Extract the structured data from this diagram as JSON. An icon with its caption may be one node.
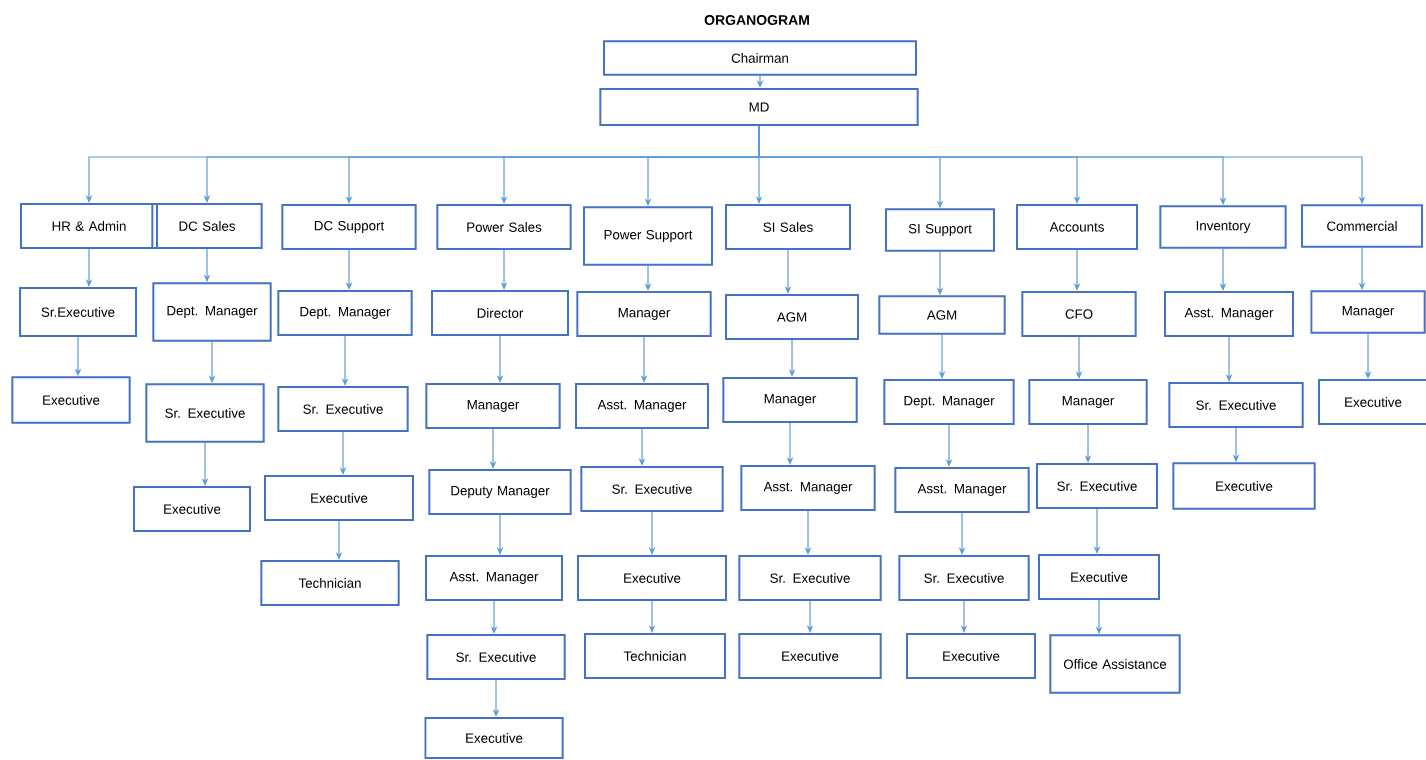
{
  "diagram": {
    "title": "ORGANOGRAM",
    "nodes": [
      {
        "text": [
          "Chairman"
        ]
      },
      {
        "text": [
          "MD"
        ]
      },
      {
        "text": [
          "HR & Admin"
        ]
      },
      {
        "text": [
          "Sr.Executive"
        ]
      },
      {
        "text": [
          "Executive"
        ]
      },
      {
        "text": [
          "DC Sales"
        ]
      },
      {
        "text": [
          "Dept. Manager"
        ]
      },
      {
        "text": [
          "Sr. Executive"
        ]
      },
      {
        "text": [
          "Executive"
        ]
      },
      {
        "text": [
          "DC Support"
        ]
      },
      {
        "text": [
          "Dept. Manager"
        ]
      },
      {
        "text": [
          "Sr. Executive"
        ]
      },
      {
        "text": [
          "Executive"
        ]
      },
      {
        "text": [
          "Technician"
        ]
      },
      {
        "text": [
          "Power Sales"
        ]
      },
      {
        "text": [
          "Director"
        ]
      },
      {
        "text": [
          "Manager"
        ]
      },
      {
        "text": [
          "Deputy Manager"
        ]
      },
      {
        "text": [
          "Asst. Manager"
        ]
      },
      {
        "text": [
          "Sr. Executive"
        ]
      },
      {
        "text": [
          "Executive"
        ]
      },
      {
        "text": [
          "Power Support"
        ]
      },
      {
        "text": [
          "Manager"
        ]
      },
      {
        "text": [
          "Asst. Manager"
        ]
      },
      {
        "text": [
          "Sr. Executive"
        ]
      },
      {
        "text": [
          "Executive"
        ]
      },
      {
        "text": [
          "Technician"
        ]
      },
      {
        "text": [
          "SI Sales"
        ]
      },
      {
        "text": [
          "AGM"
        ]
      },
      {
        "text": [
          "Manager"
        ]
      },
      {
        "text": [
          "Asst. Manager"
        ]
      },
      {
        "text": [
          "Sr. Executive"
        ]
      },
      {
        "text": [
          "Executive"
        ]
      },
      {
        "text": [
          "SI Support"
        ]
      },
      {
        "text": [
          "AGM"
        ]
      },
      {
        "text": [
          "Dept. Manager"
        ]
      },
      {
        "text": [
          "Asst. Manager"
        ]
      },
      {
        "text": [
          "Sr. Executive"
        ]
      },
      {
        "text": [
          "Executive"
        ]
      },
      {
        "text": [
          "Accounts"
        ]
      },
      {
        "text": [
          "CFO"
        ]
      },
      {
        "text": [
          "Manager"
        ]
      },
      {
        "text": [
          "Sr. Executive"
        ]
      },
      {
        "text": [
          "Executive"
        ]
      },
      {
        "text": [
          "Office Assistance"
        ]
      },
      {
        "text": [
          "Inventory"
        ]
      },
      {
        "text": [
          "Asst. Manager"
        ]
      },
      {
        "text": [
          "Sr. Executive"
        ]
      },
      {
        "text": [
          "Executive"
        ]
      },
      {
        "text": [
          "Commercial"
        ]
      },
      {
        "text": [
          "Manager"
        ]
      },
      {
        "text": [
          "Executive"
        ]
      }
    ],
    "edges": [
      {
        "from": 0,
        "to": 1,
        "arrow": "to"
      },
      {
        "from": 1,
        "to": 2,
        "arrow": "to"
      },
      {
        "from": 1,
        "to": 5,
        "arrow": "to"
      },
      {
        "from": 1,
        "to": 9,
        "arrow": "to"
      },
      {
        "from": 1,
        "to": 14,
        "arrow": "to"
      },
      {
        "from": 1,
        "to": 21,
        "arrow": "to"
      },
      {
        "from": 1,
        "to": 27,
        "arrow": "to"
      },
      {
        "from": 1,
        "to": 33,
        "arrow": "to"
      },
      {
        "from": 1,
        "to": 39,
        "arrow": "to"
      },
      {
        "from": 1,
        "to": 45,
        "arrow": "to"
      },
      {
        "from": 1,
        "to": 49,
        "arrow": "to"
      },
      {
        "from": 2,
        "to": 3,
        "arrow": "to"
      },
      {
        "from": 3,
        "to": 4,
        "arrow": "to"
      },
      {
        "from": 5,
        "to": 6,
        "arrow": "to"
      },
      {
        "from": 6,
        "to": 7,
        "arrow": "to"
      },
      {
        "from": 7,
        "to": 8,
        "arrow": "to"
      },
      {
        "from": 9,
        "to": 10,
        "arrow": "to"
      },
      {
        "from": 10,
        "to": 11,
        "arrow": "to"
      },
      {
        "from": 11,
        "to": 12,
        "arrow": "to"
      },
      {
        "from": 12,
        "to": 13,
        "arrow": "to"
      },
      {
        "from": 14,
        "to": 15,
        "arrow": "to"
      },
      {
        "from": 15,
        "to": 16,
        "arrow": "to"
      },
      {
        "from": 16,
        "to": 17,
        "arrow": "to"
      },
      {
        "from": 17,
        "to": 18,
        "arrow": "to"
      },
      {
        "from": 18,
        "to": 19,
        "arrow": "to"
      },
      {
        "from": 19,
        "to": 20,
        "arrow": "to"
      },
      {
        "from": 21,
        "to": 22,
        "arrow": "to"
      },
      {
        "from": 22,
        "to": 23,
        "arrow": "to"
      },
      {
        "from": 23,
        "to": 24,
        "arrow": "to"
      },
      {
        "from": 24,
        "to": 25,
        "arrow": "to"
      },
      {
        "from": 25,
        "to": 26,
        "arrow": "to"
      },
      {
        "from": 27,
        "to": 28,
        "arrow": "to"
      },
      {
        "from": 28,
        "to": 29,
        "arrow": "to"
      },
      {
        "from": 29,
        "to": 30,
        "arrow": "to"
      },
      {
        "from": 30,
        "to": 31,
        "arrow": "to"
      },
      {
        "from": 31,
        "to": 32,
        "arrow": "to"
      },
      {
        "from": 33,
        "to": 34,
        "arrow": "to"
      },
      {
        "from": 34,
        "to": 35,
        "arrow": "to"
      },
      {
        "from": 35,
        "to": 36,
        "arrow": "to"
      },
      {
        "from": 36,
        "to": 37,
        "arrow": "to"
      },
      {
        "from": 37,
        "to": 38,
        "arrow": "to"
      },
      {
        "from": 39,
        "to": 40,
        "arrow": "to"
      },
      {
        "from": 40,
        "to": 41,
        "arrow": "to"
      },
      {
        "from": 41,
        "to": 42,
        "arrow": "to"
      },
      {
        "from": 42,
        "to": 43,
        "arrow": "to"
      },
      {
        "from": 43,
        "to": 44,
        "arrow": "to"
      },
      {
        "from": 45,
        "to": 46,
        "arrow": "to"
      },
      {
        "from": 46,
        "to": 47,
        "arrow": "to"
      },
      {
        "from": 47,
        "to": 48,
        "arrow": "to"
      },
      {
        "from": 49,
        "to": 50,
        "arrow": "to"
      },
      {
        "from": 50,
        "to": 51,
        "arrow": "to"
      }
    ]
  }
}
